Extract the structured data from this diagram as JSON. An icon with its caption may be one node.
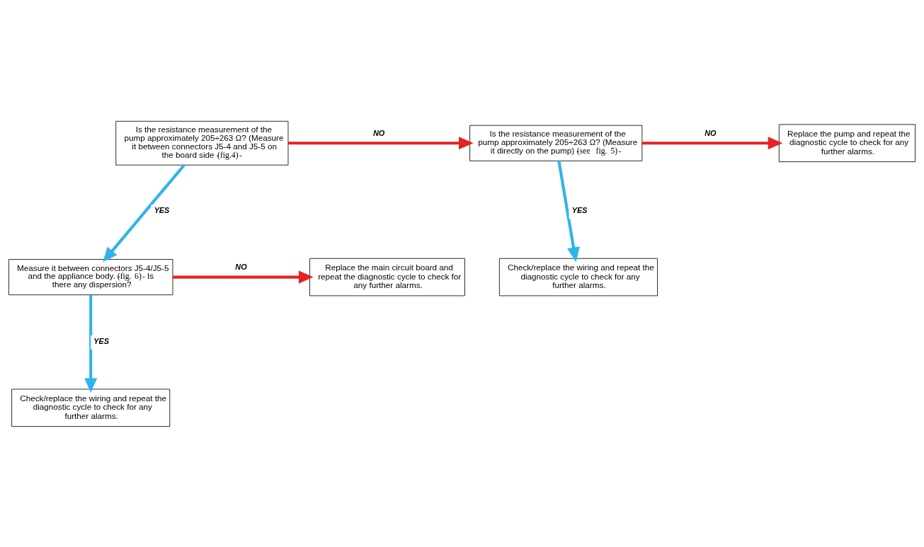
{
  "diagram": {
    "nodes": [
      {
        "text": [
          "Is the resistance measurement of the pump approximately 205÷263 Ω? (Measure it between connectors J5-4 and J5-5 on the board side -**(fig.4)**-"
        ]
      },
      {
        "text": [
          "Is the resistance measurement of the pump approximately 205÷263 Ω? (Measure it directly on the pump) -**(see fig. 5)**-"
        ]
      },
      {
        "text": [
          "Replace the pump and repeat the diagnostic cycle to check for any further alarms."
        ]
      },
      {
        "text": [
          "Check/replace the wiring and repeat the diagnostic cycle to check for any further alarms."
        ]
      },
      {
        "text": [
          "Measure it between connectors J5-4/J5-5 and the appliance body. -**(fig. 6)**- Is there any dispersion?"
        ]
      },
      {
        "text": [
          "Replace the main circuit board and repeat the diagnostic cycle to check for any further alarms."
        ]
      },
      {
        "text": [
          "Check/replace the wiring and repeat the diagnostic cycle to check for any further alarms."
        ]
      }
    ],
    "edges": [
      {
        "from": 0,
        "to": 1,
        "arrow": "to",
        "label": "NO",
        "color": "#e52421"
      },
      {
        "from": 1,
        "to": 2,
        "arrow": "to",
        "label": "NO",
        "color": "#e52421"
      },
      {
        "from": 1,
        "to": 3,
        "arrow": "to",
        "label": "YES",
        "color": "#2fb4e9"
      },
      {
        "from": 0,
        "to": 4,
        "arrow": "to",
        "label": "YES",
        "color": "#2fb4e9"
      },
      {
        "from": 4,
        "to": 5,
        "arrow": "to",
        "label": "NO",
        "color": "#e52421"
      },
      {
        "from": 4,
        "to": 6,
        "arrow": "to",
        "label": "YES",
        "color": "#2fb4e9"
      }
    ]
  }
}
